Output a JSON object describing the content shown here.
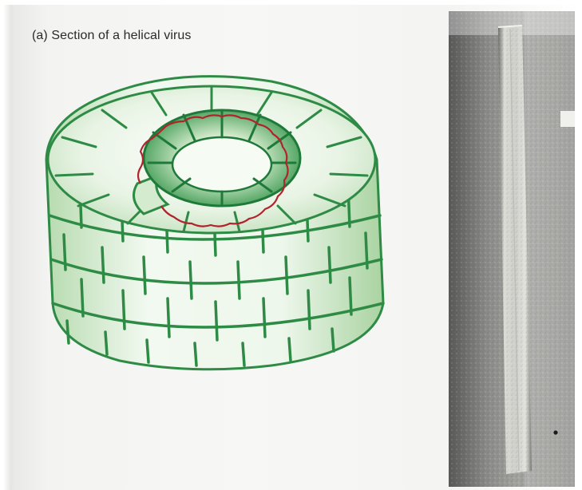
{
  "figure": {
    "caption": "(a) Section of a helical virus"
  },
  "illustration": {
    "subject": "helical virus capsid section with RNA strand",
    "colors": {
      "capsomere_fill": "#e6f2e2",
      "capsomere_edge": "#2e8b45",
      "groove": "#1f7a3a",
      "nucleic_acid": "#b0242c"
    }
  },
  "micrograph": {
    "subject": "electron micrograph of helical virus rod",
    "colors": {
      "background": "#6e6e6e",
      "rod": "#c9c9c4"
    }
  }
}
